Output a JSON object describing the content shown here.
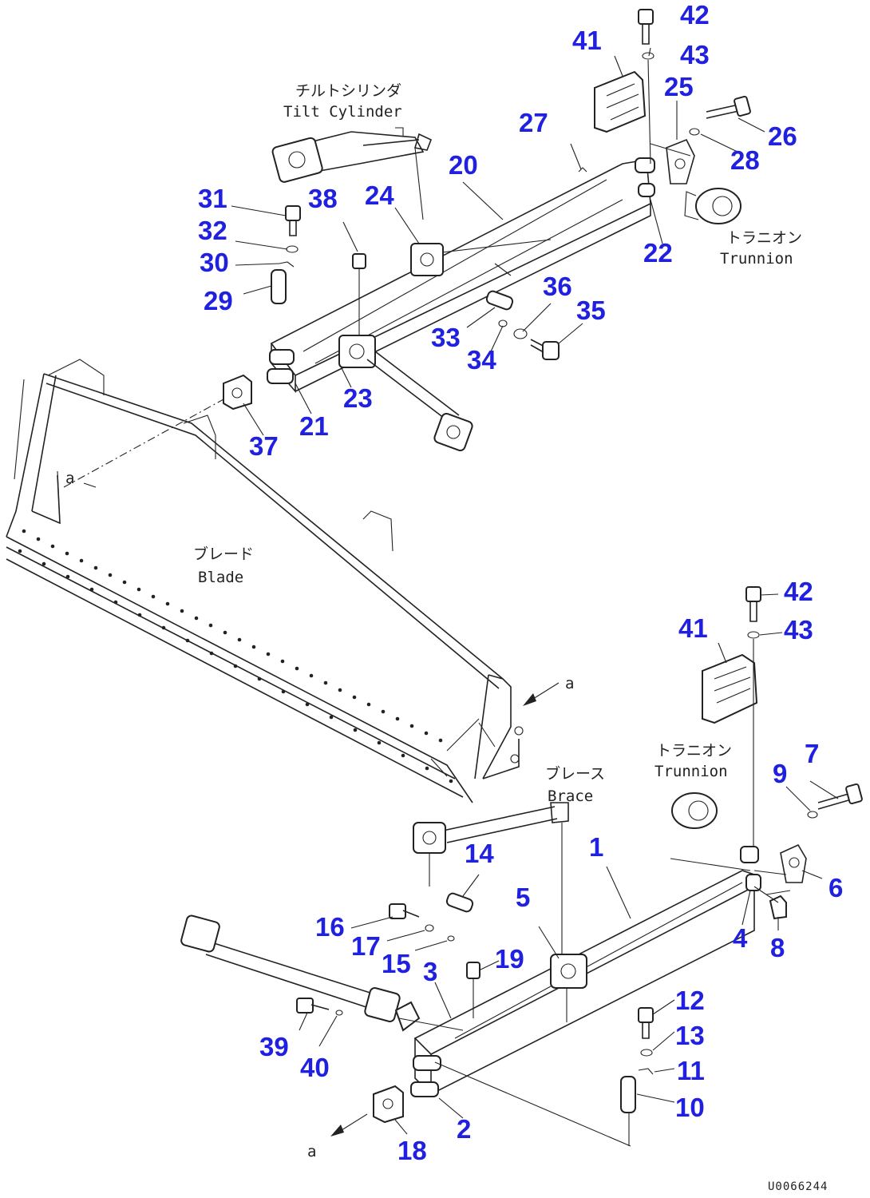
{
  "labels": {
    "tilt_cylinder_jp": "チルトシリンダ",
    "tilt_cylinder_en": "Tilt Cylinder",
    "trunnion_top_jp": "トラニオン",
    "trunnion_top_en": "Trunnion",
    "blade_jp": "ブレード",
    "blade_en": "Blade",
    "trunnion_bottom_jp": "トラニオン",
    "trunnion_bottom_en": "Trunnion",
    "brace_jp": "ブレース",
    "brace_en": "Brace",
    "ref_a_top": "a",
    "ref_a_right": "a",
    "ref_a_bottom": "a",
    "drawing_code": "U0066244"
  },
  "callouts": {
    "c42a": "42",
    "c41a": "41",
    "c43a": "43",
    "c25": "25",
    "c26": "26",
    "c27": "27",
    "c28": "28",
    "c20": "20",
    "c31": "31",
    "c38": "38",
    "c24": "24",
    "c32": "32",
    "c30": "30",
    "c29": "29",
    "c22": "22",
    "c36": "36",
    "c35": "35",
    "c33": "33",
    "c34": "34",
    "c23": "23",
    "c21": "21",
    "c37": "37",
    "c42b": "42",
    "c43b": "43",
    "c41b": "41",
    "c7": "7",
    "c9": "9",
    "c1": "1",
    "c14": "14",
    "c6": "6",
    "c5": "5",
    "c4": "4",
    "c8": "8",
    "c16": "16",
    "c17": "17",
    "c19": "19",
    "c15": "15",
    "c3": "3",
    "c12": "12",
    "c13": "13",
    "c39": "39",
    "c40": "40",
    "c11": "11",
    "c10": "10",
    "c2": "2",
    "c18": "18"
  }
}
